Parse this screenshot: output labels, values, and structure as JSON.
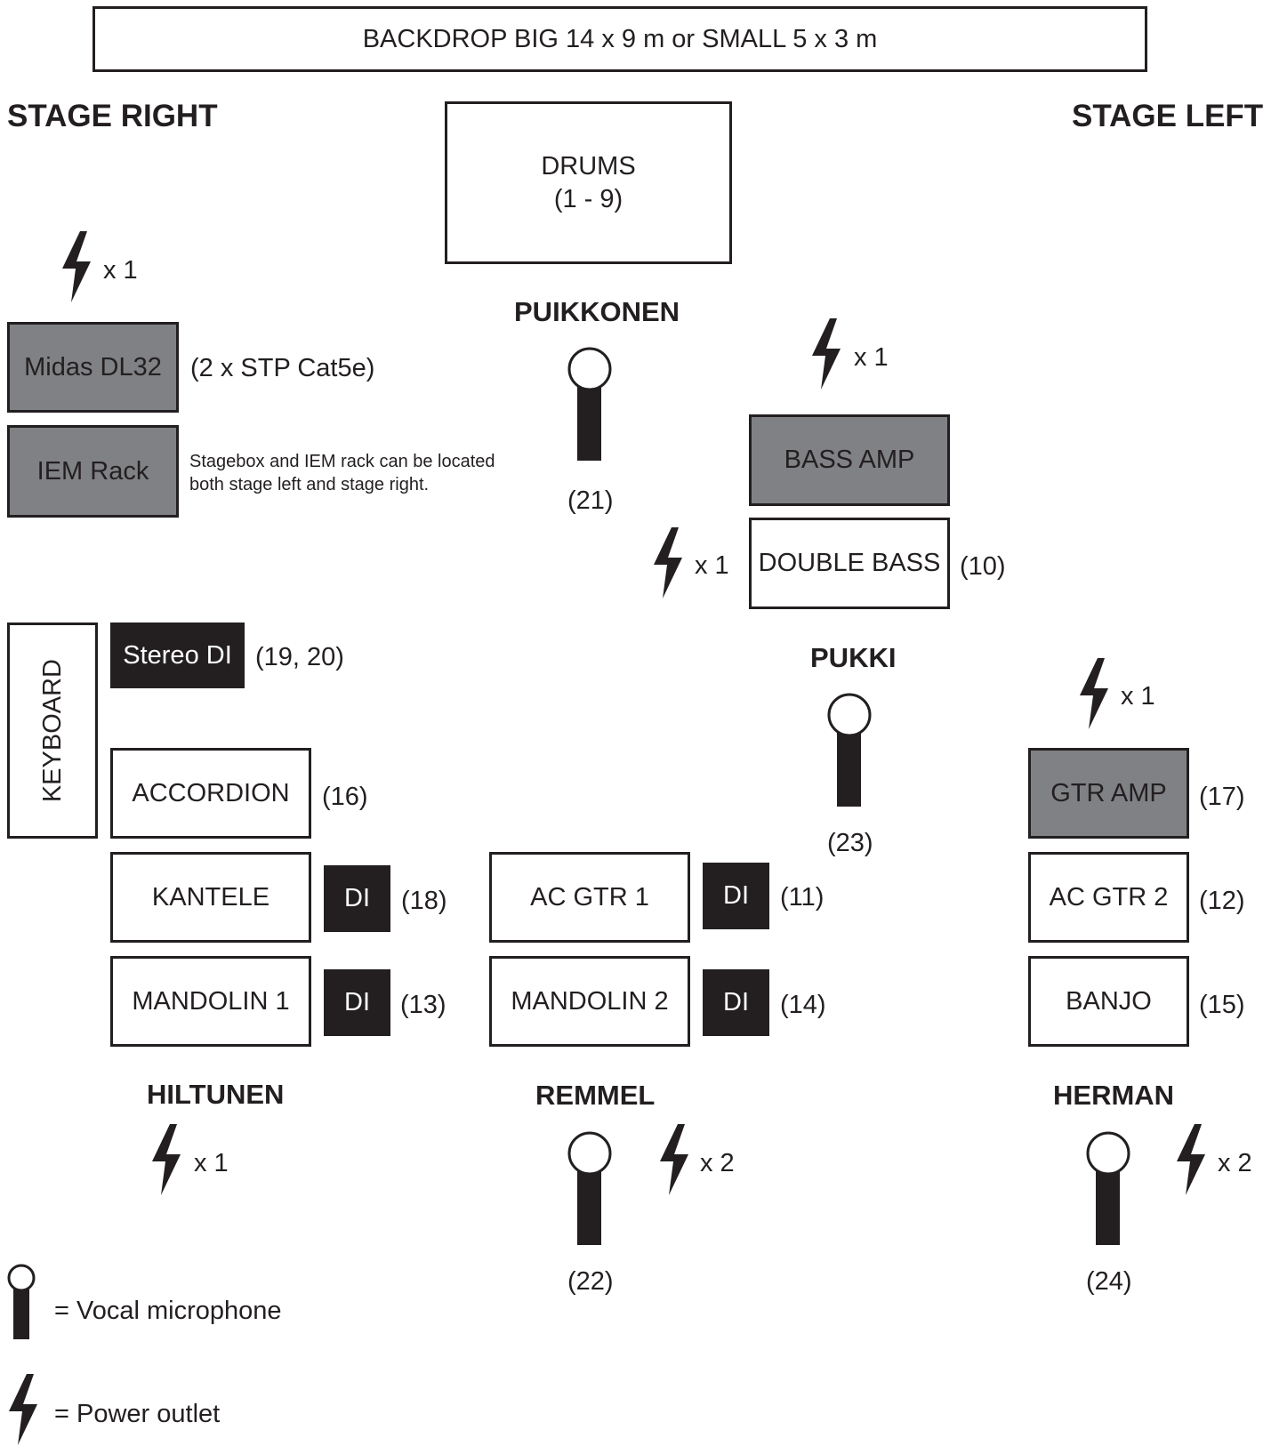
{
  "backdrop": "BACKDROP BIG 14 x 9 m or SMALL 5 x 3 m",
  "stage_right": "STAGE RIGHT",
  "stage_left": "STAGE LEFT",
  "drums": {
    "name": "DRUMS",
    "channels": "(1 - 9)"
  },
  "power_counts": {
    "stage_right": "x 1",
    "bass_amp": "x 1",
    "double_bass": "x 1",
    "gtr_amp": "x 1",
    "hiltunen": "x 1",
    "remmel": "x 2",
    "herman": "x 2"
  },
  "stagebox": {
    "midas": "Midas DL32",
    "midas_cable": "(2 x STP Cat5e)",
    "iem": "IEM Rack",
    "note_line1": "Stagebox and IEM rack can be located",
    "note_line2": "both stage left and stage right."
  },
  "performers": {
    "puikkonen": "PUIKKONEN",
    "pukki": "PUKKI",
    "hiltunen": "HILTUNEN",
    "remmel": "REMMEL",
    "herman": "HERMAN"
  },
  "mic_channels": {
    "puikkonen": "(21)",
    "pukki": "(23)",
    "remmel": "(22)",
    "herman": "(24)"
  },
  "instruments": {
    "bass_amp": "BASS AMP",
    "double_bass": "DOUBLE BASS",
    "double_bass_ch": "(10)",
    "keyboard": "KEYBOARD",
    "stereo_di": "Stereo DI",
    "stereo_di_ch": "(19, 20)",
    "accordion": "ACCORDION",
    "accordion_ch": "(16)",
    "kantele": "KANTELE",
    "kantele_ch": "(18)",
    "mandolin1": "MANDOLIN 1",
    "mandolin1_ch": "(13)",
    "ac_gtr1": "AC GTR 1",
    "ac_gtr1_ch": "(11)",
    "mandolin2": "MANDOLIN 2",
    "mandolin2_ch": "(14)",
    "gtr_amp": "GTR AMP",
    "gtr_amp_ch": "(17)",
    "ac_gtr2": "AC GTR 2",
    "ac_gtr2_ch": "(12)",
    "banjo": "BANJO",
    "banjo_ch": "(15)",
    "di_label": "DI"
  },
  "legend": {
    "mic": "= Vocal microphone",
    "power": "= Power outlet"
  }
}
